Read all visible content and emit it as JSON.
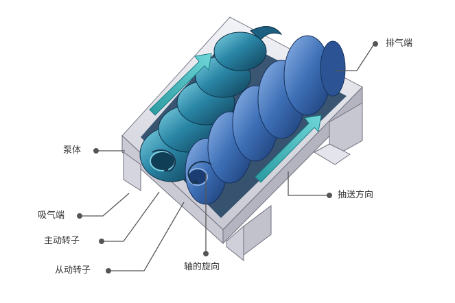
{
  "labels": {
    "exhaust_end": "排气端",
    "pump_body": "泵体",
    "conveying_direction": "抽送方向",
    "intake_end": "吸气端",
    "driving_rotor": "主动转子",
    "shaft_rotation": "轴的旋向",
    "driven_rotor": "从动转子"
  },
  "colors": {
    "housing": "#e2e3ea",
    "housing_shade": "#b9bac4",
    "rotor_teal": "#2a7fa0",
    "rotor_blue": "#3d6fb6",
    "arrow": "#2fa0a6",
    "leader": "#555555"
  }
}
